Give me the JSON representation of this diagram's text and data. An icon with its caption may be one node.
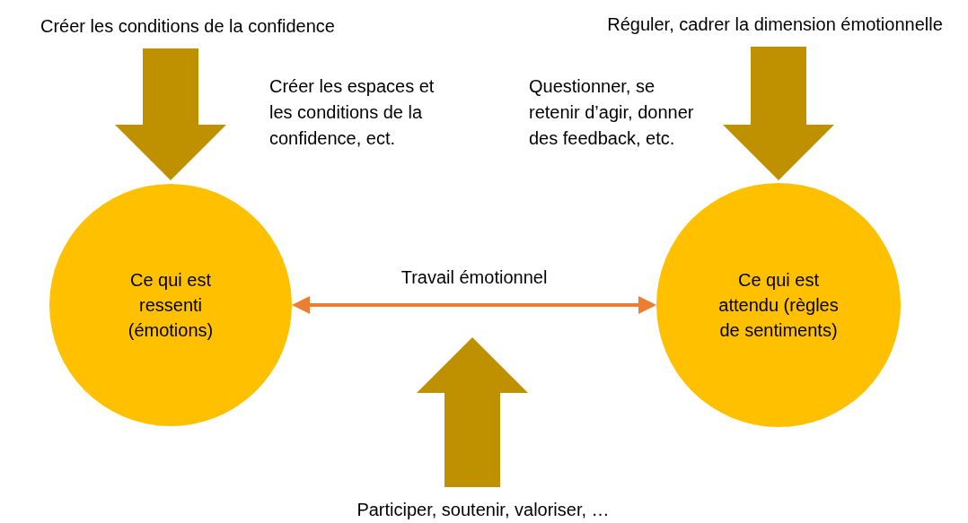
{
  "diagram": {
    "nodes": [
      {
        "text": [
          "Créer les conditions de la confidence"
        ]
      },
      {
        "text": [
          "Ce qui est ressenti (émotions)"
        ]
      },
      {
        "text": [
          "Réguler, cadrer la dimension émotionnelle"
        ]
      },
      {
        "text": [
          "Ce qui est attendu (règles de sentiments)"
        ]
      },
      {
        "text": [
          "Participer, soutenir, valoriser, …"
        ]
      }
    ],
    "edges": [
      {
        "from": 0,
        "to": 1,
        "arrow": "to",
        "style": "thick"
      },
      {
        "from": 2,
        "to": 3,
        "arrow": "to",
        "style": "thick"
      },
      {
        "from": 1,
        "to": 3,
        "arrow": "both",
        "label": "Travail émotionnel",
        "color": "#ed7d31"
      },
      {
        "from": 4,
        "to": null,
        "arrow": "to",
        "style": "thick"
      }
    ],
    "labels": [
      "Créer les espaces et les conditions de la confidence, ect.",
      "Questionner, se retenir d’agir, donner des feedback, etc."
    ]
  }
}
